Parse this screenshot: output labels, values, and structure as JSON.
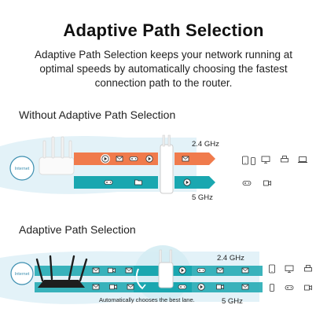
{
  "title": "Adaptive Path Selection",
  "description": "Adaptive Path Selection keeps your network running at optimal speeds by automatically choosing the fastest connection path to the router.",
  "section_without": {
    "label": "Without Adaptive Path Selection",
    "internet_label": "Internet",
    "band_24": "2.4 GHz",
    "band_5": "5 GHz"
  },
  "section_with": {
    "label": "Adaptive Path Selection",
    "internet_label": "Internet",
    "band_24": "2.4 GHz",
    "band_5": "5 GHz",
    "note": "Automatically chooses the best lane."
  },
  "colors": {
    "band_orange": "#f07b4c",
    "band_teal": "#1aa7b0",
    "lane_blue": "#e3f2f8",
    "icon_line": "#333333",
    "internet_ring": "#3d8fb0"
  },
  "icons": {
    "traffic_24_without": [
      "play-icon",
      "mail-icon",
      "gamepad-icon",
      "play-icon",
      "mail-icon"
    ],
    "traffic_5_without": [
      "gamepad-icon",
      "folder-icon",
      "play-icon",
      "mail-icon"
    ],
    "devices_24_without": [
      "tablet-icon",
      "phone-icon",
      "monitor-icon",
      "printer-icon",
      "laptop-icon"
    ],
    "devices_5_without": [
      "gamepad-icon",
      "camera-icon"
    ],
    "traffic_24_with": [
      "mail-icon",
      "video-icon",
      "mail-icon",
      "play-icon",
      "gamepad-icon",
      "mail-icon",
      "mail-icon"
    ],
    "traffic_5_with": [
      "mail-icon",
      "video-icon",
      "mail-icon",
      "gamepad-icon",
      "play-icon",
      "video-icon",
      "mail-icon"
    ],
    "devices_24_with": [
      "tablet-icon",
      "monitor-icon",
      "printer-icon"
    ],
    "devices_5_with": [
      "phone-icon",
      "gamepad-icon",
      "camera-icon"
    ]
  }
}
